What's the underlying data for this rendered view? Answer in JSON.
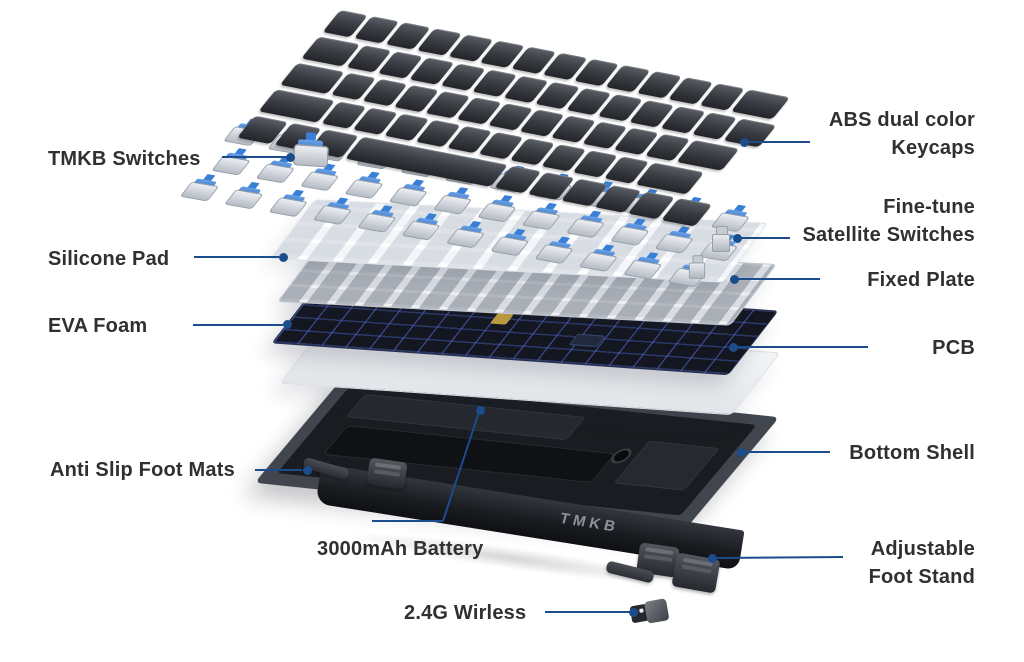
{
  "labels": {
    "left": [
      {
        "text": "TMKB Switches"
      },
      {
        "text": "Silicone Pad"
      },
      {
        "text": "EVA Foam"
      },
      {
        "text": "Anti Slip Foot Mats"
      },
      {
        "text": "3000mAh Battery"
      },
      {
        "text": "2.4G Wirless"
      }
    ],
    "right": [
      {
        "lines": [
          "ABS dual color",
          "Keycaps"
        ]
      },
      {
        "lines": [
          "Fine-tune",
          "Satellite Switches"
        ]
      },
      {
        "lines": [
          "Fixed Plate"
        ]
      },
      {
        "lines": [
          "PCB"
        ]
      },
      {
        "lines": [
          "Bottom Shell"
        ]
      },
      {
        "lines": [
          "Adjustable",
          "Foot Stand"
        ]
      }
    ]
  },
  "brand_logo": "TMKB",
  "colors": {
    "leader_line": "#1b4c8c",
    "label_text": "#303032",
    "switch_accent": "#3a7fd6",
    "pcb_trace": "#5674ee",
    "keycap": "#3b3e44",
    "shell": "#1a1c21"
  }
}
